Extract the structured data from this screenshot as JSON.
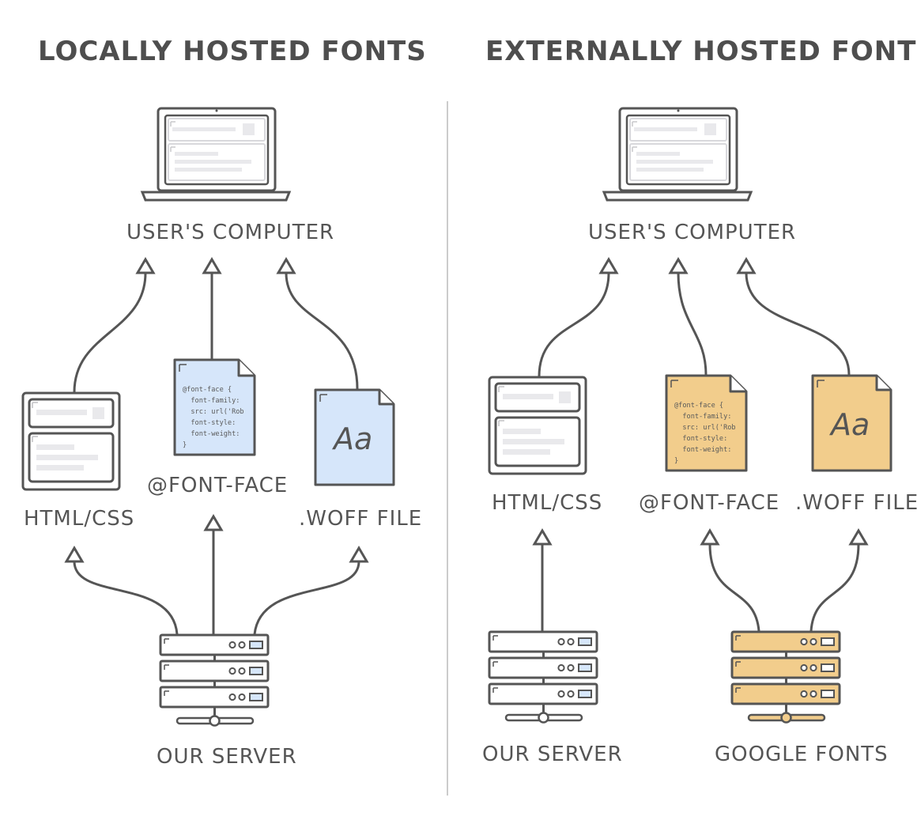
{
  "colors": {
    "stroke": "#555555",
    "blue_fill": "#d6e6fa",
    "orange_fill": "#f2cd8c",
    "white": "#ffffff",
    "divider": "#cccccc"
  },
  "left_panel": {
    "title": "LOCALLY HOSTED FONTS",
    "computer_label": "USER'S COMPUTER",
    "html_label": "HTML/CSS",
    "fontface_label": "@FONT-FACE",
    "woff_label": ".WOFF FILE",
    "server_label": "OUR SERVER",
    "doc_color": "blue"
  },
  "right_panel": {
    "title": "EXTERNALLY HOSTED FONTS",
    "computer_label": "USER'S COMPUTER",
    "html_label": "HTML/CSS",
    "fontface_label": "@FONT-FACE",
    "woff_label": ".WOFF FILE",
    "server_label": "OUR SERVER",
    "google_label": "GOOGLE FONTS",
    "doc_color": "orange"
  },
  "code_lines": [
    "@font-face {",
    "  font-family:",
    "  src: url('Rob",
    "  font-style:",
    "  font-weight:",
    "}"
  ],
  "woff_glyph": "Aa",
  "icons": [
    "laptop-icon",
    "webpage-icon",
    "document-icon",
    "font-file-icon",
    "server-icon",
    "arrow-icon"
  ]
}
